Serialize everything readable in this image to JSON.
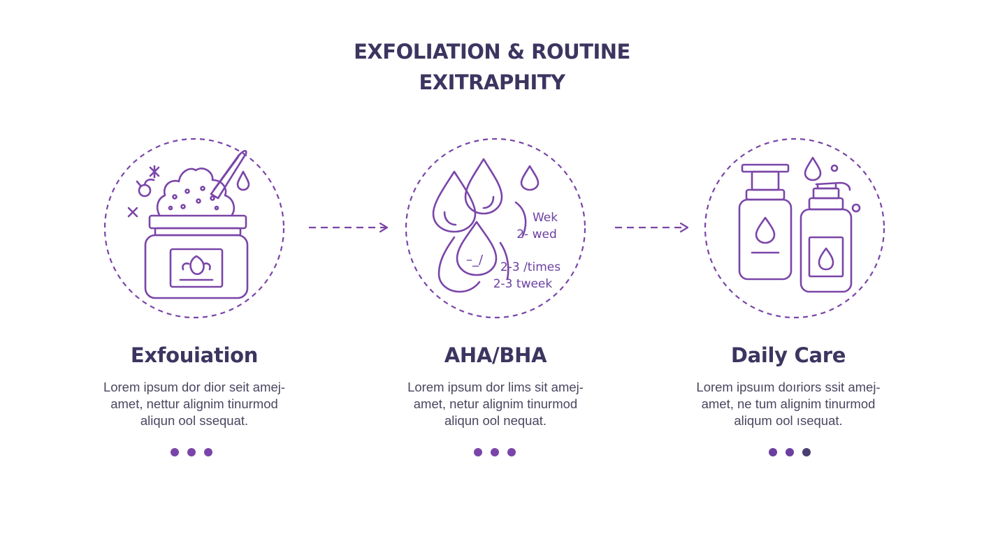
{
  "title": {
    "line1": "EXFOLIATION & ROUTINE",
    "line2": "EXITRAPHITY"
  },
  "colors": {
    "accent": "#6b3fa0",
    "heading": "#3d3560",
    "text": "#4a4660"
  },
  "steps": [
    {
      "icon": "exfoliant-jar-icon",
      "title": "Exfouiation",
      "desc": [
        "Lorem ipsum dor dior seit amej-",
        "amet, nettur alignim tinurmod",
        "aliqun ool ssequat."
      ],
      "dot_colors": [
        "#7a45a8",
        "#7a45a8",
        "#7a45a8"
      ]
    },
    {
      "icon": "acid-droplets-icon",
      "title": "AHA/BHA",
      "desc": [
        "Lorem ipsum dor lims sit amej-",
        "amet, netur alignim tinurmod",
        "aliqun ool nequat."
      ],
      "dot_colors": [
        "#7a45a8",
        "#7a45a8",
        "#7a45a8"
      ],
      "frequency_labels": [
        "Wek",
        "2- wed",
        "2-3 /times",
        "2-3 tweek"
      ],
      "drop_mark": "–_/"
    },
    {
      "icon": "pump-bottles-icon",
      "title": "Daily Care",
      "desc": [
        "Lorem ipsuım doıriors ssit amej-",
        "amet, ne tum alignim tinurmod",
        "aliqum ool ısequat."
      ],
      "dot_colors": [
        "#6b3fa0",
        "#6b3fa0",
        "#4a3f70"
      ]
    }
  ]
}
